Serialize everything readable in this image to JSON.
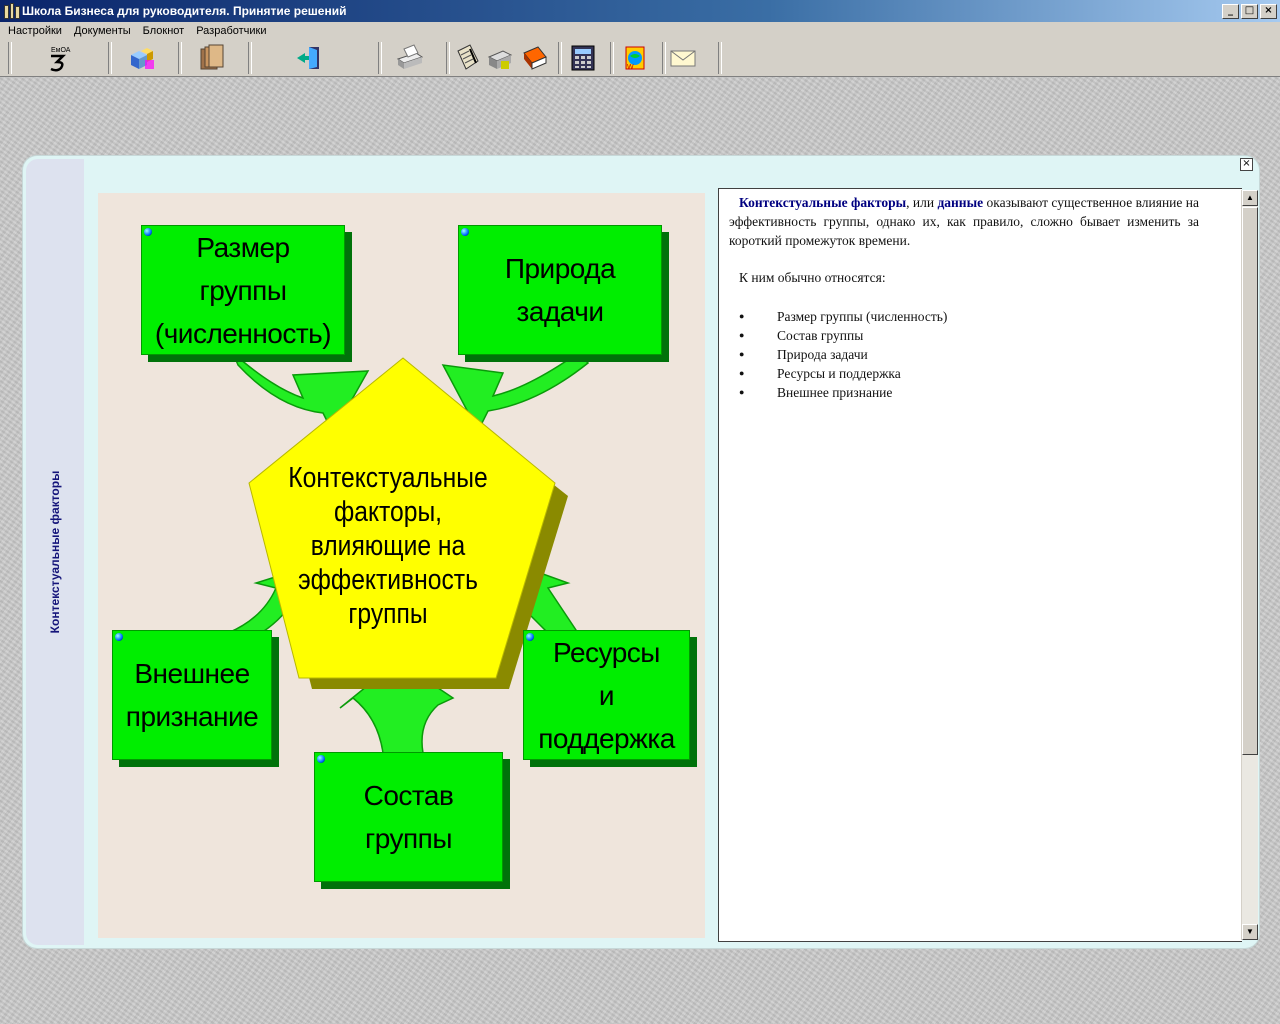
{
  "window": {
    "title": "Школа Бизнеса для руководителя. Принятие решений"
  },
  "menu": [
    "Настройки",
    "Документы",
    "Блокнот",
    "Разработчики"
  ],
  "toolbar_icons": [
    "logo-icon",
    "cubes-icon",
    "folders-icon",
    "exit-door-icon",
    "printer-icon",
    "clipboard-icon",
    "copier-icon",
    "book-icon",
    "calculator-icon",
    "globe-icon",
    "mail-icon"
  ],
  "sidebar": {
    "label": "Контекстуальные факторы"
  },
  "diagram": {
    "center": "Контекстуальные\n   факторы,\n влияющие на\nэффективность\n   группы",
    "boxes": {
      "size": "Размер\nгруппы\n(численность)",
      "task": "Природа\nзадачи",
      "recognition": "Внешнее\nпризнание",
      "resources": "Ресурсы\nи\nподдержка",
      "composition": "Состав\nгруппы"
    },
    "colors": {
      "box": "#00ee00",
      "pentagon": "#ffff00",
      "arrow": "#22ee22"
    }
  },
  "text": {
    "term1": "Контекстуальные факторы",
    "connector": ", или ",
    "term2": "данные",
    "rest": " оказывают существенное влияние на эффективность группы, однако их, как правило, сложно бывает изменить за короткий промежуток времени.",
    "intro": "К ним обычно относятся:",
    "bullets": [
      "Размер группы (численность)",
      "Состав группы",
      "Природа задачи",
      "Ресурсы и поддержка",
      "Внешнее признание"
    ]
  }
}
